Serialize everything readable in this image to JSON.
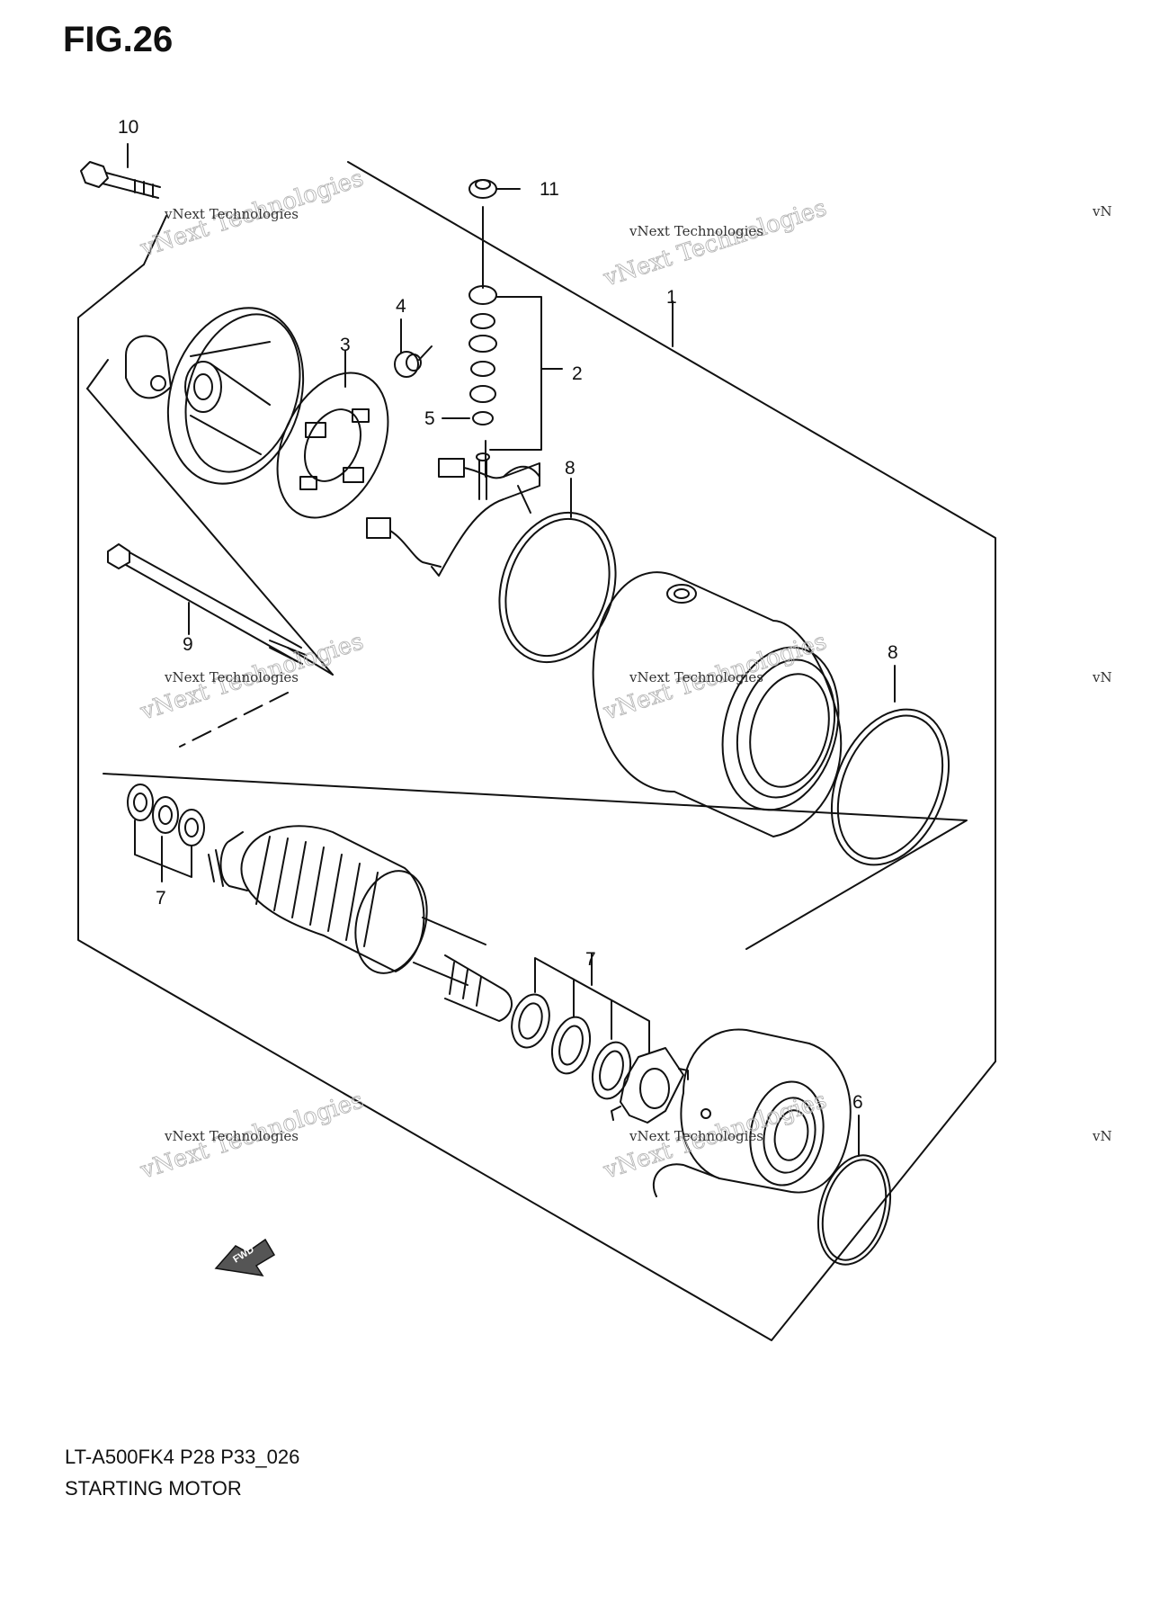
{
  "figure": {
    "title": "FIG.26",
    "caption_code": "LT-A500FK4 P28 P33_026",
    "caption_name": "STARTING MOTOR"
  },
  "callouts": {
    "c1": "1",
    "c2": "2",
    "c3": "3",
    "c4": "4",
    "c5": "5",
    "c6": "6",
    "c7a": "7",
    "c7b": "7",
    "c8a": "8",
    "c8b": "8",
    "c9": "9",
    "c10": "10",
    "c11": "11"
  },
  "watermark": {
    "line1": "vNext Technologies",
    "line2": "vNext Technologies",
    "fragment": "vN"
  },
  "fwd_label": "FWD",
  "colors": {
    "ink": "#111111",
    "watermark": "#b5b5b5"
  }
}
